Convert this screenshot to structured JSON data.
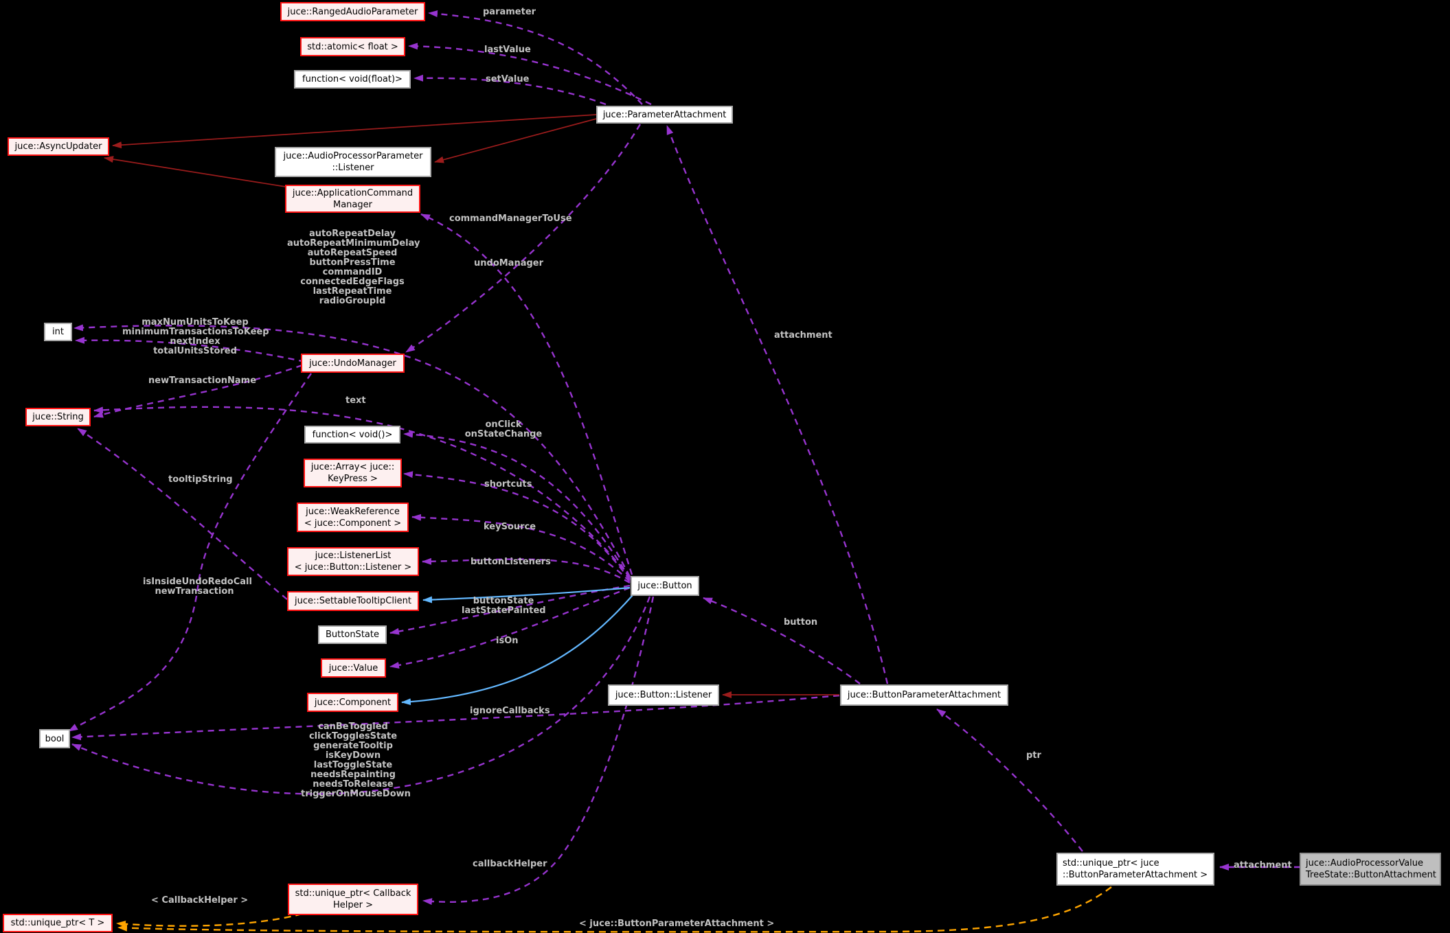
{
  "diagram": {
    "type": "collaboration graph",
    "background": "#000000",
    "main_class": "juce::AudioProcessorValueTreeState::ButtonAttachment"
  },
  "colors": {
    "usage_edge": "#9734cf",
    "inheritance_edge": "#9c1c1c",
    "public_inheritance_edge": "#63b8ff",
    "template_edge": "#ffa500",
    "red_node_border": "#ff1414",
    "red_node_bg": "#fdf0f0",
    "gray_node_border": "#a9a9a9",
    "gray_node_bg": "#ffffff",
    "main_node_bg": "#bfbfbf",
    "edge_label_text": "#c2c2c2",
    "node_text": "#000000"
  },
  "nodes": [
    {
      "id": "ranged-audio-parameter",
      "lines": [
        "juce::RangedAudioParameter"
      ]
    },
    {
      "id": "atomic-float",
      "lines": [
        "std::atomic< float >"
      ]
    },
    {
      "id": "function-void-float",
      "lines": [
        "function< void(float)>"
      ]
    },
    {
      "id": "parameter-attachment",
      "lines": [
        "juce::ParameterAttachment"
      ]
    },
    {
      "id": "async-updater",
      "lines": [
        "juce::AsyncUpdater"
      ]
    },
    {
      "id": "audio-processor-parameter-listener",
      "lines": [
        "juce::AudioProcessorParameter",
        "::Listener"
      ]
    },
    {
      "id": "application-command-manager",
      "lines": [
        "juce::ApplicationCommand",
        "Manager"
      ]
    },
    {
      "id": "int",
      "lines": [
        "int"
      ]
    },
    {
      "id": "undo-manager",
      "lines": [
        "juce::UndoManager"
      ]
    },
    {
      "id": "string",
      "lines": [
        "juce::String"
      ]
    },
    {
      "id": "function-void",
      "lines": [
        "function< void()>"
      ]
    },
    {
      "id": "array-keypress",
      "lines": [
        "juce::Array< juce::",
        "KeyPress >"
      ]
    },
    {
      "id": "weak-reference-component",
      "lines": [
        "juce::WeakReference",
        "< juce::Component >"
      ]
    },
    {
      "id": "listener-list",
      "lines": [
        "juce::ListenerList",
        "< juce::Button::Listener >"
      ]
    },
    {
      "id": "settable-tooltip-client",
      "lines": [
        "juce::SettableTooltipClient"
      ]
    },
    {
      "id": "button-state",
      "lines": [
        "ButtonState"
      ]
    },
    {
      "id": "value",
      "lines": [
        "juce::Value"
      ]
    },
    {
      "id": "component",
      "lines": [
        "juce::Component"
      ]
    },
    {
      "id": "bool",
      "lines": [
        "bool"
      ]
    },
    {
      "id": "button",
      "lines": [
        "juce::Button"
      ]
    },
    {
      "id": "button-listener",
      "lines": [
        "juce::Button::Listener"
      ]
    },
    {
      "id": "button-parameter-attachment",
      "lines": [
        "juce::ButtonParameterAttachment"
      ]
    },
    {
      "id": "unique-ptr-button-parameter-attachment",
      "lines": [
        "std::unique_ptr< juce",
        "::ButtonParameterAttachment >"
      ]
    },
    {
      "id": "button-attachment-main",
      "lines": [
        "juce::AudioProcessorValue",
        "TreeState::ButtonAttachment"
      ]
    },
    {
      "id": "unique-ptr-callback-helper",
      "lines": [
        "std::unique_ptr< Callback",
        "Helper >"
      ]
    },
    {
      "id": "unique-ptr-t",
      "lines": [
        "std::unique_ptr< T >"
      ]
    }
  ],
  "labels": [
    {
      "id": "parameter",
      "lines": [
        "parameter"
      ]
    },
    {
      "id": "lastValue",
      "lines": [
        "lastValue"
      ]
    },
    {
      "id": "setValue",
      "lines": [
        "setValue"
      ]
    },
    {
      "id": "commandManagerToUse",
      "lines": [
        "commandManagerToUse"
      ]
    },
    {
      "id": "button-int-members",
      "lines": [
        "autoRepeatDelay",
        "autoRepeatMinimumDelay",
        "autoRepeatSpeed",
        "buttonPressTime",
        "commandID",
        "connectedEdgeFlags",
        "lastRepeatTime",
        "radioGroupId"
      ]
    },
    {
      "id": "undoManager",
      "lines": [
        "undoManager"
      ]
    },
    {
      "id": "undomanager-int-members",
      "lines": [
        "maxNumUnitsToKeep",
        "minimumTransactionsToKeep",
        "nextIndex",
        "totalUnitsStored"
      ]
    },
    {
      "id": "newTransactionName",
      "lines": [
        "newTransactionName"
      ]
    },
    {
      "id": "text",
      "lines": [
        "text"
      ]
    },
    {
      "id": "onClick-onStateChange",
      "lines": [
        "onClick",
        "onStateChange"
      ]
    },
    {
      "id": "tooltipString",
      "lines": [
        "tooltipString"
      ]
    },
    {
      "id": "shortcuts",
      "lines": [
        "shortcuts"
      ]
    },
    {
      "id": "keySource",
      "lines": [
        "keySource"
      ]
    },
    {
      "id": "buttonListeners",
      "lines": [
        "buttonListeners"
      ]
    },
    {
      "id": "undomanager-bool-members",
      "lines": [
        "isInsideUndoRedoCall",
        "newTransaction"
      ]
    },
    {
      "id": "buttonState-lastStatePainted",
      "lines": [
        "buttonState",
        "lastStatePainted"
      ]
    },
    {
      "id": "isOn",
      "lines": [
        "isOn"
      ]
    },
    {
      "id": "ignoreCallbacks",
      "lines": [
        "ignoreCallbacks"
      ]
    },
    {
      "id": "button-bool-members",
      "lines": [
        "canBeToggled",
        "clickTogglesState",
        "generateTooltip",
        "isKeyDown",
        "lastToggleState",
        "needsRepainting",
        "needsToRelease",
        "triggerOnMouseDown"
      ]
    },
    {
      "id": "attachment-mid",
      "lines": [
        "attachment"
      ]
    },
    {
      "id": "button-member",
      "lines": [
        "button"
      ]
    },
    {
      "id": "ptr",
      "lines": [
        "ptr"
      ]
    },
    {
      "id": "callbackHelper",
      "lines": [
        "callbackHelper"
      ]
    },
    {
      "id": "attachment-bottom",
      "lines": [
        "attachment"
      ]
    },
    {
      "id": "template-callback-helper",
      "lines": [
        "< CallbackHelper >"
      ]
    },
    {
      "id": "template-button-parameter-attachment",
      "lines": [
        "< juce::ButtonParameterAttachment >"
      ]
    }
  ]
}
